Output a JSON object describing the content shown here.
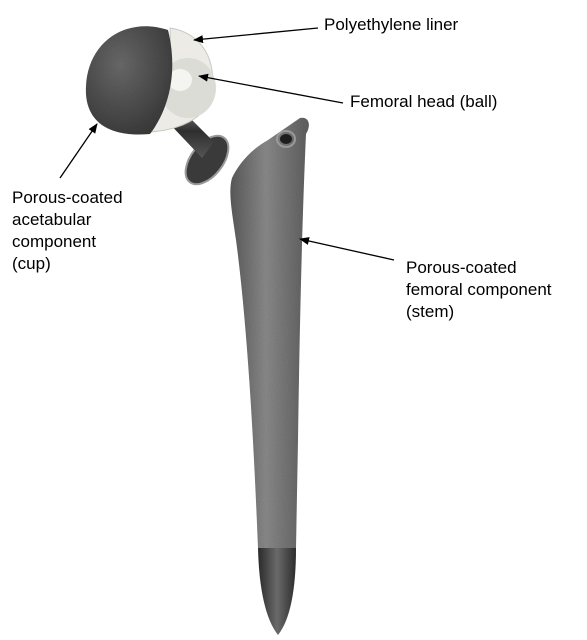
{
  "labels": {
    "liner": "Polyethylene liner",
    "head": "Femoral head (ball)",
    "cup": [
      "Porous-coated",
      "acetabular",
      "component",
      "(cup)"
    ],
    "stem": [
      "Porous-coated",
      "femoral component",
      "(stem)"
    ]
  },
  "colors": {
    "porous_coating": "#6f6f6f",
    "cup_shell": "#4e4e4e",
    "liner": "#ededea",
    "metal": "#3c3c3c",
    "arrow": "#000000",
    "background": "#ffffff"
  }
}
